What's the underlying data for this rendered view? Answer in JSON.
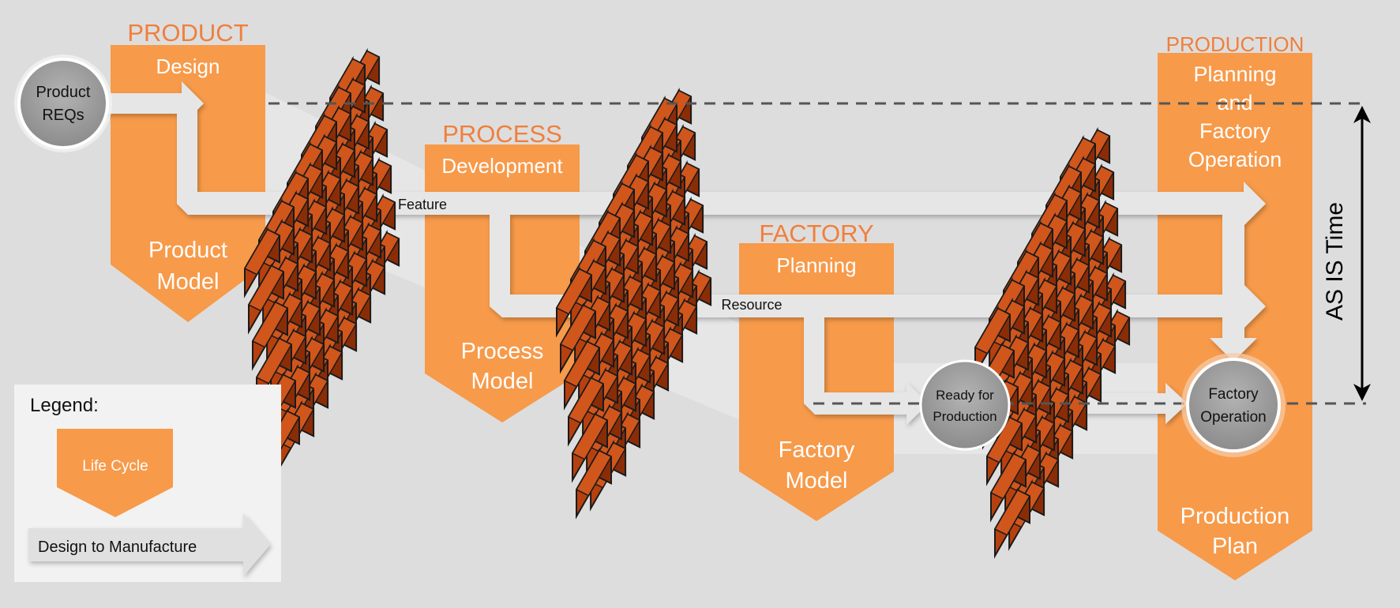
{
  "stages": {
    "product": {
      "category": "PRODUCT",
      "phase": "Design",
      "model_line1": "Product",
      "model_line2": "Model"
    },
    "process": {
      "category": "PROCESS",
      "phase": "Development",
      "model_line1": "Process",
      "model_line2": "Model"
    },
    "factory": {
      "category": "FACTORY",
      "phase": "Planning",
      "model_line1": "Factory",
      "model_line2": "Model"
    },
    "production": {
      "category": "PRODUCTION",
      "phase_line1": "Planning",
      "phase_line2": "and",
      "phase_line3": "Factory",
      "phase_line4": "Operation",
      "model_line1": "Production",
      "model_line2": "Plan"
    }
  },
  "circles": {
    "product_reqs": {
      "line1": "Product",
      "line2": "REQs"
    },
    "ready": {
      "line1": "Ready for",
      "line2": "Production"
    },
    "factory_op": {
      "line1": "Factory",
      "line2": "Operation"
    }
  },
  "flow_labels": {
    "feature": "Feature",
    "resource": "Resource"
  },
  "time_axis": {
    "label": "AS IS Time"
  },
  "legend": {
    "title": "Legend:",
    "lifecycle": "Life Cycle",
    "design_to_manufacture": "Design to Manufacture"
  },
  "colors": {
    "background": "#dddddd",
    "lifecycle_fill": "#f79a4a",
    "category_text": "#f07f3c",
    "brick_front": "#b7410e",
    "brick_top": "#d0561c",
    "brick_side": "#8a2d07",
    "arrow_fill": "#e6e6e6",
    "circle_fill": "#a0a0a0"
  }
}
